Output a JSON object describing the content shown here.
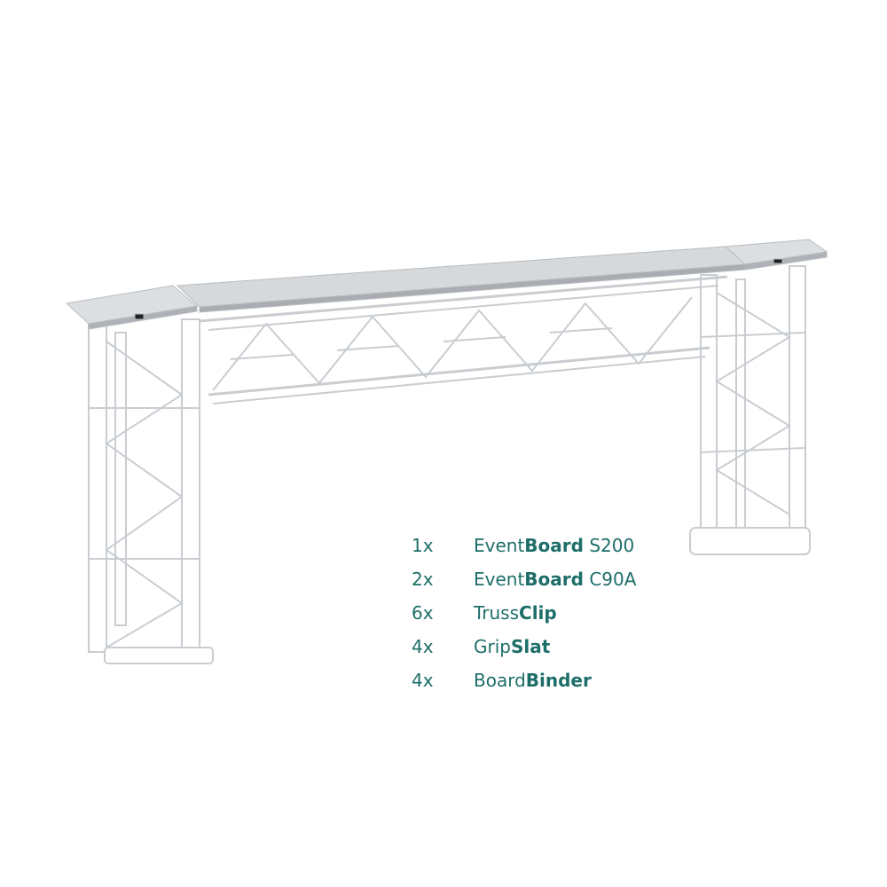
{
  "colors": {
    "accent": "#1d6e69",
    "board": "#d9dcdf",
    "truss_line": "#c9cdd1"
  },
  "parts": [
    {
      "qty": "1x",
      "prefix": "Event",
      "bold": "Board",
      "suffix": " S200"
    },
    {
      "qty": "2x",
      "prefix": "Event",
      "bold": "Board",
      "suffix": " C90A"
    },
    {
      "qty": "6x",
      "prefix": "Truss",
      "bold": "Clip",
      "suffix": ""
    },
    {
      "qty": "4x",
      "prefix": "Grip",
      "bold": "Slat",
      "suffix": ""
    },
    {
      "qty": "4x",
      "prefix": "Board",
      "bold": "Binder",
      "suffix": ""
    }
  ]
}
